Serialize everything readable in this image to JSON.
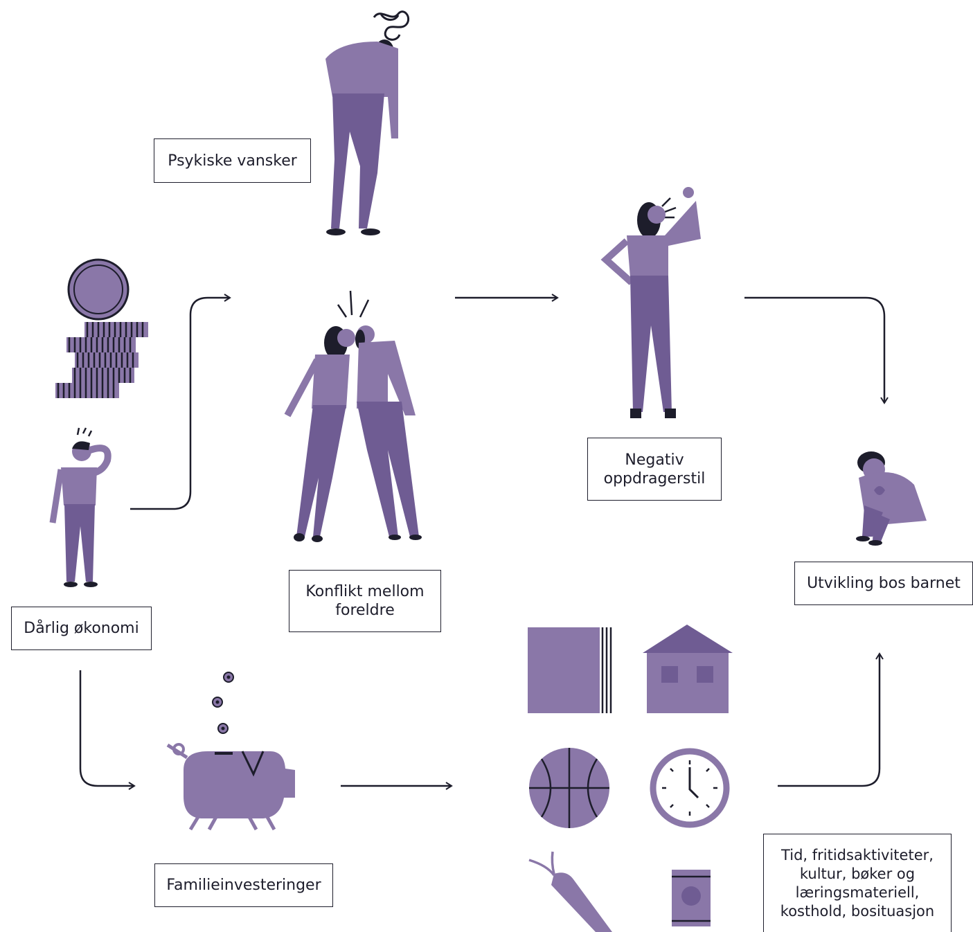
{
  "labels": {
    "psykiske_vansker": "Psykiske vansker",
    "negativ_line1": "Negativ",
    "negativ_line2": "oppdragerstil",
    "konflikt_line1": "Konflikt mellom",
    "konflikt_line2": "foreldre",
    "darlig_okonomi": "Dårlig økonomi",
    "utvikling": "Utvikling bos barnet",
    "familieinvesteringer": "Familieinvesteringer",
    "tid_line1": "Tid, fritidsaktiviteter,",
    "tid_line2": "kultur, bøker og",
    "tid_line3": "læringsmateriell,",
    "tid_line4": "kosthold, bosituasjon"
  },
  "icons": {
    "figures": [
      "stressed-man-icon",
      "arguing-couple-icon",
      "shouting-woman-icon",
      "worried-man-icon",
      "sad-child-icon"
    ],
    "objects": [
      "coin-stack-icon",
      "piggy-bank-icon",
      "book-icon",
      "house-icon",
      "basketball-icon",
      "clock-icon",
      "carrot-icon",
      "food-can-icon"
    ]
  },
  "colors": {
    "purple": "#8a77a8",
    "purple_dark": "#6f5c93",
    "ink": "#1d1d2b",
    "background": "#ffffff"
  }
}
